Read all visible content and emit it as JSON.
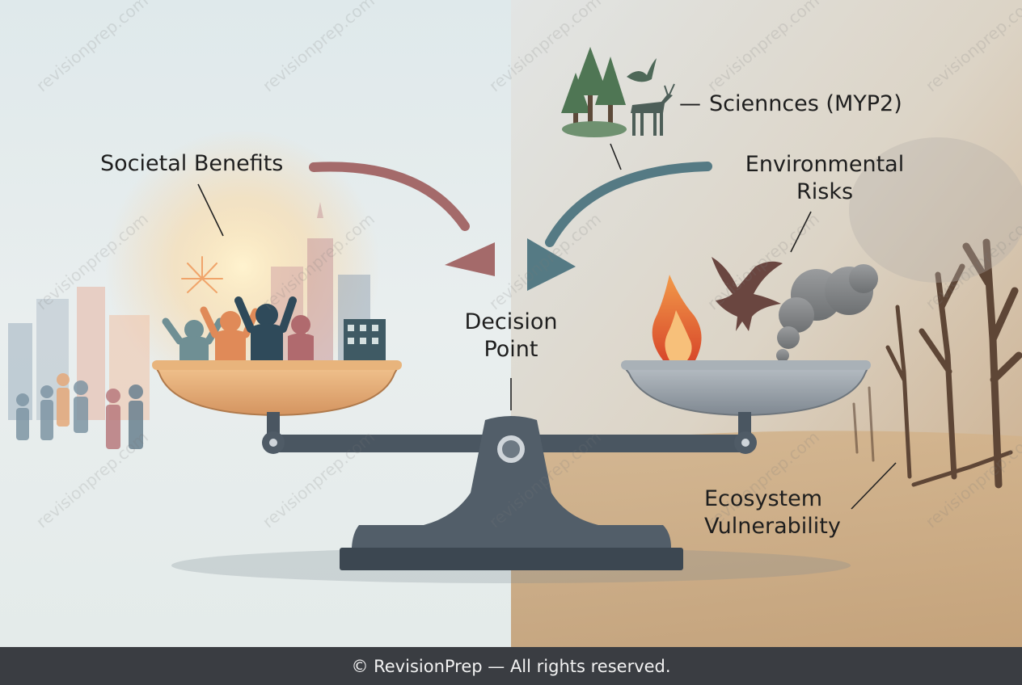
{
  "labels": {
    "societal_benefits": "Societal Benefits",
    "sciences": "Sciennces (MYP2)",
    "environmental_risks_line1": "Environmental",
    "environmental_risks_line2": "Risks",
    "decision_line1": "Decision",
    "decision_line2": "Point",
    "ecosystem_line1": "Ecosystem",
    "ecosystem_line2": "Vulnerability",
    "sciences_dash": "—"
  },
  "footer": "© RevisionPrep — All rights reserved.",
  "watermark": "revisionprep.com",
  "icons": [
    "people-group-icon",
    "city-skyline-icon",
    "fireworks-icon",
    "tree-icon",
    "bird-icon",
    "deer-icon",
    "flame-icon",
    "eagle-icon",
    "smoke-icon",
    "dead-tree-icon",
    "balance-scale-icon"
  ],
  "colors": {
    "left_bg": "#dfe9ea",
    "right_bg": "#d9ccb8",
    "scale_steel": "#4a5661",
    "left_arrow": "#a46a6a",
    "right_arrow": "#557a84",
    "left_pan": "#e0a870",
    "right_pan": "#8e979f",
    "footer_bg": "#3a3d42"
  }
}
